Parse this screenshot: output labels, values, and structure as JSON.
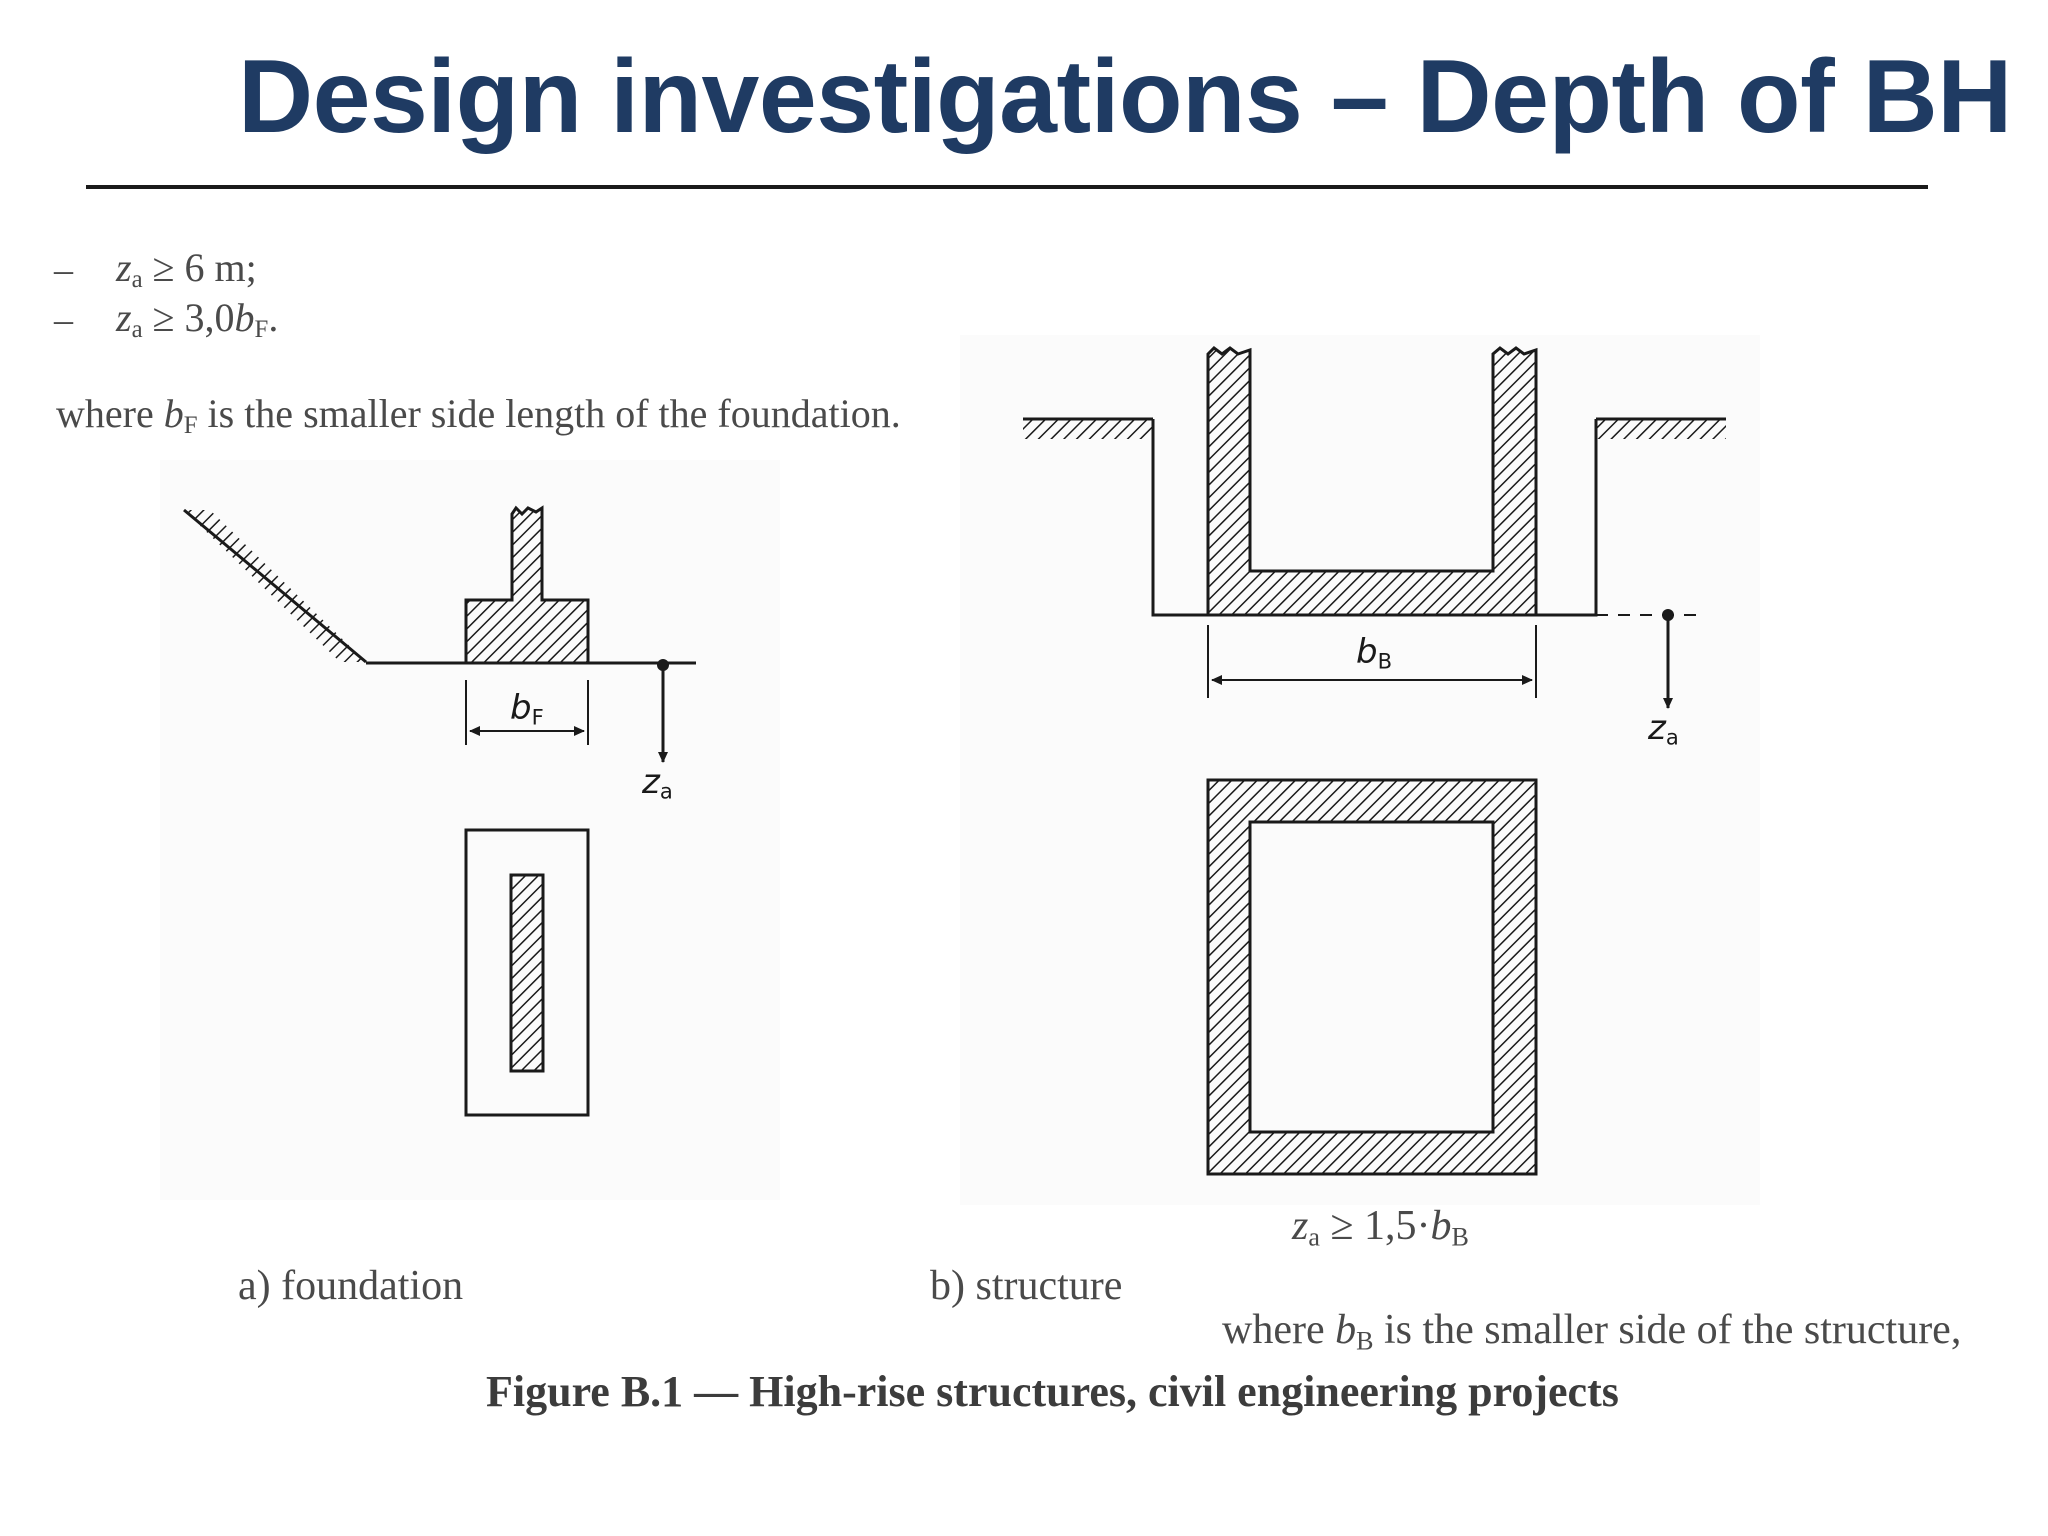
{
  "title": "Design investigations – Depth of BH",
  "criteria": [
    {
      "dash": "–",
      "var": "z",
      "sub": "a",
      "rest": " ≥ 6 m;"
    },
    {
      "dash": "–",
      "var": "z",
      "sub": "a",
      "rest_a": " ≥ 3,0",
      "var2": "b",
      "sub2": "F",
      "rest_b": "."
    }
  ],
  "where_foundation": {
    "pre": "where ",
    "var": "b",
    "sub": "F",
    "post": " is the smaller side length of the foundation."
  },
  "figure_a": {
    "label_b": "b",
    "label_b_sub": "F",
    "label_z": "z",
    "label_z_sub": "a",
    "caption": "a)  foundation"
  },
  "figure_b": {
    "label_b": "b",
    "label_b_sub": "B",
    "label_z": "z",
    "label_z_sub": "a",
    "caption": "b)  structure",
    "formula": {
      "var": "z",
      "sub": "a",
      "mid": " ≥ 1,5·",
      "var2": "b",
      "sub2": "B"
    }
  },
  "where_structure": {
    "pre": "where ",
    "var": "b",
    "sub": "B",
    "post": " is the smaller side of the structure,"
  },
  "figure_caption": "Figure B.1 — High-rise structures, civil engineering projects",
  "colors": {
    "title": "#1f3b63",
    "text": "#4a4a4a",
    "line": "#1a1a1a"
  }
}
